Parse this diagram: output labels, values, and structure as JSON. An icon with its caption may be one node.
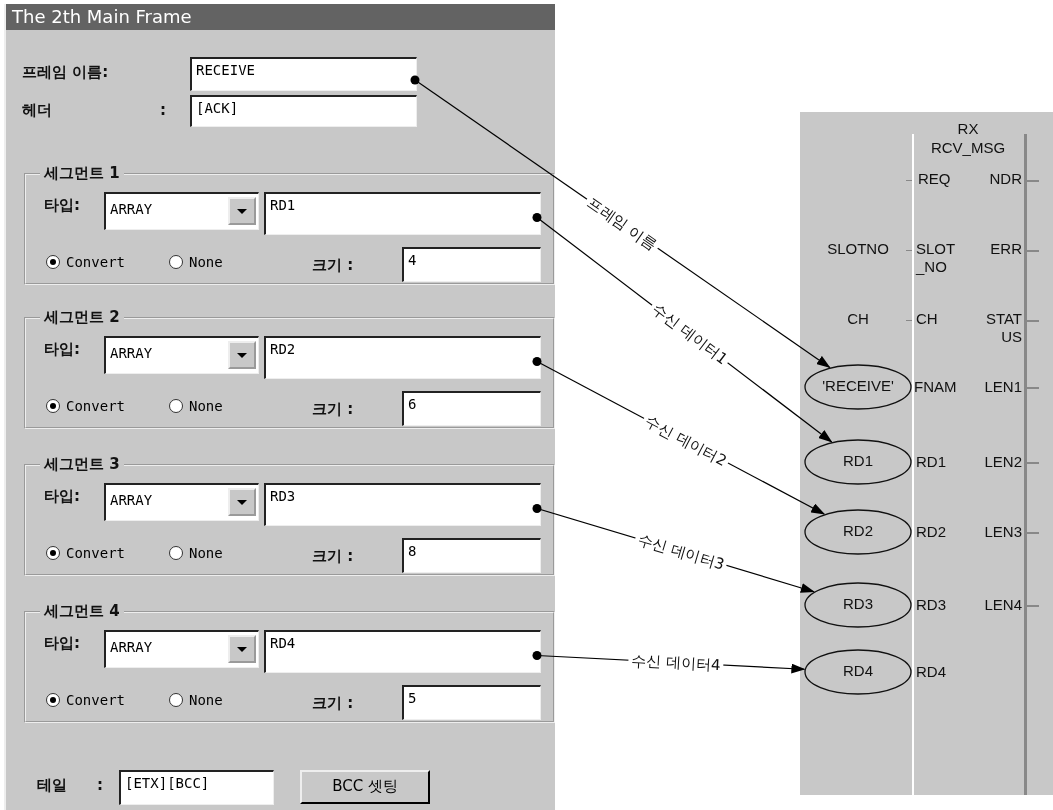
{
  "diagram": {
    "nodes": [
      {
        "text": [
          "The 2th Main Frame"
        ]
      },
      {
        "text": [
          "RECEIVE"
        ],
        "in": 0
      },
      {
        "text": [
          "[ACK]"
        ],
        "in": 0
      },
      {
        "text": [
          "세그먼트 1"
        ],
        "in": 0
      },
      {
        "text": [
          "RD1"
        ],
        "in": 3
      },
      {
        "text": [
          "세그먼트 2"
        ],
        "in": 0
      },
      {
        "text": [
          "RD2"
        ],
        "in": 5
      },
      {
        "text": [
          "세그먼트 3"
        ],
        "in": 0
      },
      {
        "text": [
          "RD3"
        ],
        "in": 7
      },
      {
        "text": [
          "세그먼트 4"
        ],
        "in": 0
      },
      {
        "text": [
          "RD4"
        ],
        "in": 9
      },
      {
        "text": [
          "RX",
          "RCV_MSG"
        ]
      },
      {
        "text": [
          "'RECEIVE'"
        ],
        "in": 11
      },
      {
        "text": [
          "RD1"
        ],
        "in": 11
      },
      {
        "text": [
          "RD2"
        ],
        "in": 11
      },
      {
        "text": [
          "RD3"
        ],
        "in": 11
      },
      {
        "text": [
          "RD4"
        ],
        "in": 11
      }
    ],
    "edges": [
      {
        "from": 1,
        "to": 12,
        "arrow": "to",
        "label": "프레임 이름"
      },
      {
        "from": 4,
        "to": 13,
        "arrow": "to",
        "label": "수신 데이터1"
      },
      {
        "from": 6,
        "to": 14,
        "arrow": "to",
        "label": "수신 데이터2"
      },
      {
        "from": 8,
        "to": 15,
        "arrow": "to",
        "label": "수신 데이터3"
      },
      {
        "from": 10,
        "to": 16,
        "arrow": "to",
        "label": "수신 데이터4"
      }
    ],
    "labels": [
      "프레임 이름:",
      "헤더",
      ":",
      "타입:",
      "ARRAY",
      "Convert",
      "None",
      "크기 :",
      "4",
      "타입:",
      "ARRAY",
      "Convert",
      "None",
      "크기 :",
      "6",
      "타입:",
      "ARRAY",
      "Convert",
      "None",
      "크기 :",
      "8",
      "타입:",
      "ARRAY",
      "Convert",
      "None",
      "크기 :",
      "5",
      "테일",
      ":",
      "[ETX][BCC]",
      "BCC 셋팅",
      "REQ",
      "NDR",
      "SLOTNO",
      "SLOT _NO",
      "ERR",
      "CH",
      "CH",
      "STAT US",
      "FNAM",
      "LEN1",
      "RD1",
      "LEN2",
      "RD2",
      "LEN3",
      "RD3",
      "LEN4",
      "RD4"
    ]
  }
}
